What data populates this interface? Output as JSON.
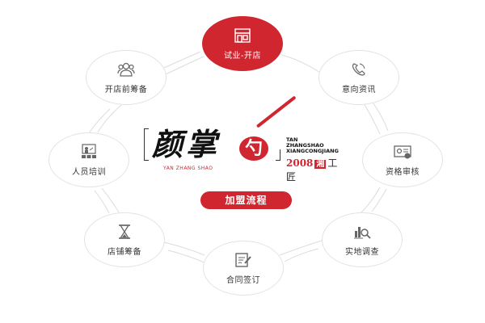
{
  "brand": {
    "name_cn": "颜掌勺",
    "name_main": "颜掌",
    "seal_char": "勺",
    "pinyin": "YAN ZHANG    SHAO",
    "en_lines": [
      "TAN",
      "ZHANGSHAO",
      "XIANGCONGJIANG"
    ],
    "year": "2008",
    "box_char": "湘",
    "craft": "工匠"
  },
  "cta": {
    "label": "加盟流程"
  },
  "colors": {
    "accent": "#d02630",
    "border": "#e3e3e3",
    "text": "#333333"
  },
  "steps": [
    {
      "label": "试业-开店",
      "icon": "storefront-icon",
      "active": true
    },
    {
      "label": "意向资讯",
      "icon": "phone-icon",
      "active": false
    },
    {
      "label": "资格审核",
      "icon": "id-card-check-icon",
      "active": false
    },
    {
      "label": "实地调查",
      "icon": "chart-search-icon",
      "active": false
    },
    {
      "label": "合同签订",
      "icon": "contract-sign-icon",
      "active": false
    },
    {
      "label": "店铺筹备",
      "icon": "hourglass-icon",
      "active": false
    },
    {
      "label": "人员培训",
      "icon": "training-icon",
      "active": false
    },
    {
      "label": "开店前筹备",
      "icon": "team-icon",
      "active": false
    }
  ]
}
